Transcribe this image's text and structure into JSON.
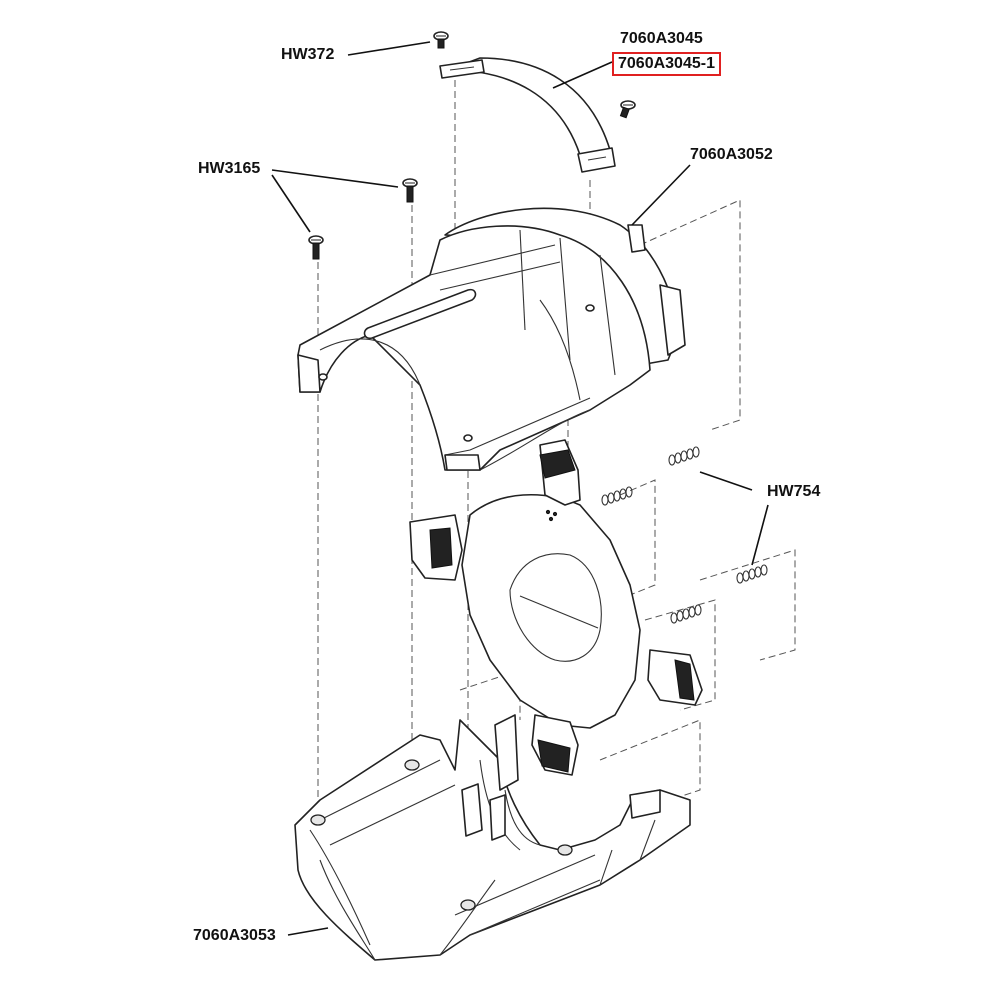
{
  "callouts": {
    "hw372": "HW372",
    "part_7060a3045": "7060A3045",
    "part_7060a3045_1": "7060A3045-1",
    "hw3165": "HW3165",
    "part_7060a3052": "7060A3052",
    "hw754": "HW754",
    "part_7060a3053": "7060A3053"
  },
  "colors": {
    "highlight_box": "#e02020",
    "line": "#222222"
  }
}
